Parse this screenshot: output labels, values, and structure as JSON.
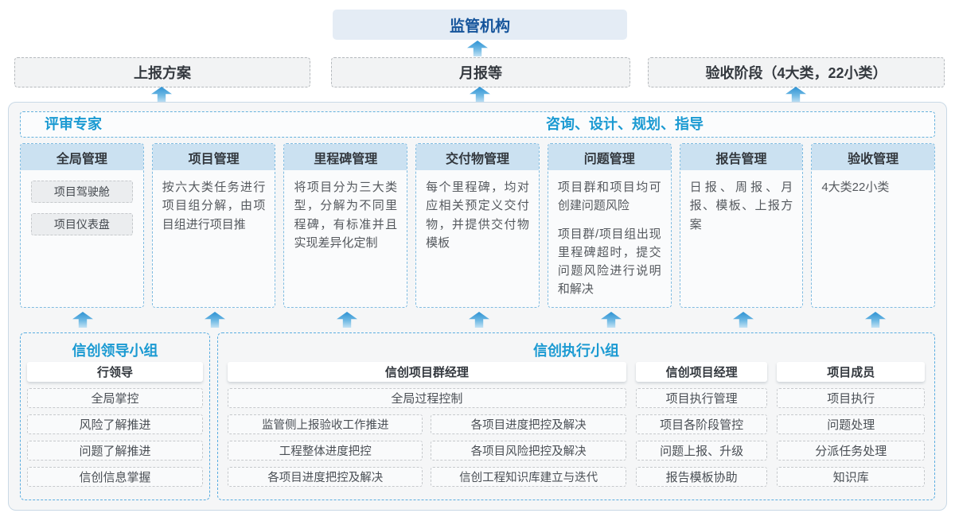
{
  "colors": {
    "regulator_text": "#15549b",
    "accent_blue": "#1b9ad2",
    "arrow_blue": "#2d92d3",
    "column_header_bg": "#cbe1f1"
  },
  "top": {
    "regulator": "监管机构",
    "outputs": [
      "上报方案",
      "月报等",
      "验收阶段（4大类，22小类）"
    ]
  },
  "band": {
    "left_label": "评审专家",
    "right_label": "咨询、设计、规划、指导"
  },
  "columns": [
    {
      "title": "全局管理",
      "chips": [
        "项目驾驶舱",
        "项目仪表盘"
      ]
    },
    {
      "title": "项目管理",
      "paragraphs": [
        "按六大类任务进行项目组分解，由项目组进行项目推"
      ]
    },
    {
      "title": "里程碑管理",
      "paragraphs": [
        "将项目分为三大类型，分解为不同里程碑，有标准并且实现差异化定制"
      ]
    },
    {
      "title": "交付物管理",
      "paragraphs": [
        "每个里程碑，均对应相关预定义交付物，并提供交付物模板"
      ]
    },
    {
      "title": "问题管理",
      "paragraphs": [
        "项目群和项目均可创建问题风险",
        "项目群/项目组出现里程碑超时，提交问题风险进行说明和解决"
      ]
    },
    {
      "title": "报告管理",
      "paragraphs": [
        "日报、周报、月报、模板、上报方案"
      ]
    },
    {
      "title": "验收管理",
      "paragraphs": [
        "4大类22小类"
      ]
    }
  ],
  "groups": {
    "leader": {
      "title": "信创领导小组",
      "role": "行领导",
      "items": [
        "全局掌控",
        "风险了解推进",
        "问题了解推进",
        "信创信息掌握"
      ]
    },
    "executor": {
      "title": "信创执行小组",
      "program_manager": {
        "role": "信创项目群经理",
        "full_item": "全局过程控制",
        "left_items": [
          "监管侧上报验收工作推进",
          "工程整体进度把控",
          "各项目进度把控及解决"
        ],
        "right_items": [
          "各项目进度把控及解决",
          "各项目风险把控及解决",
          "信创工程知识库建立与迭代"
        ]
      },
      "project_manager": {
        "role": "信创项目经理",
        "items": [
          "项目执行管理",
          "项目各阶段管控",
          "问题上报、升级",
          "报告模板协助"
        ]
      },
      "member": {
        "role": "项目成员",
        "items": [
          "项目执行",
          "问题处理",
          "分派任务处理",
          "知识库"
        ]
      }
    }
  }
}
